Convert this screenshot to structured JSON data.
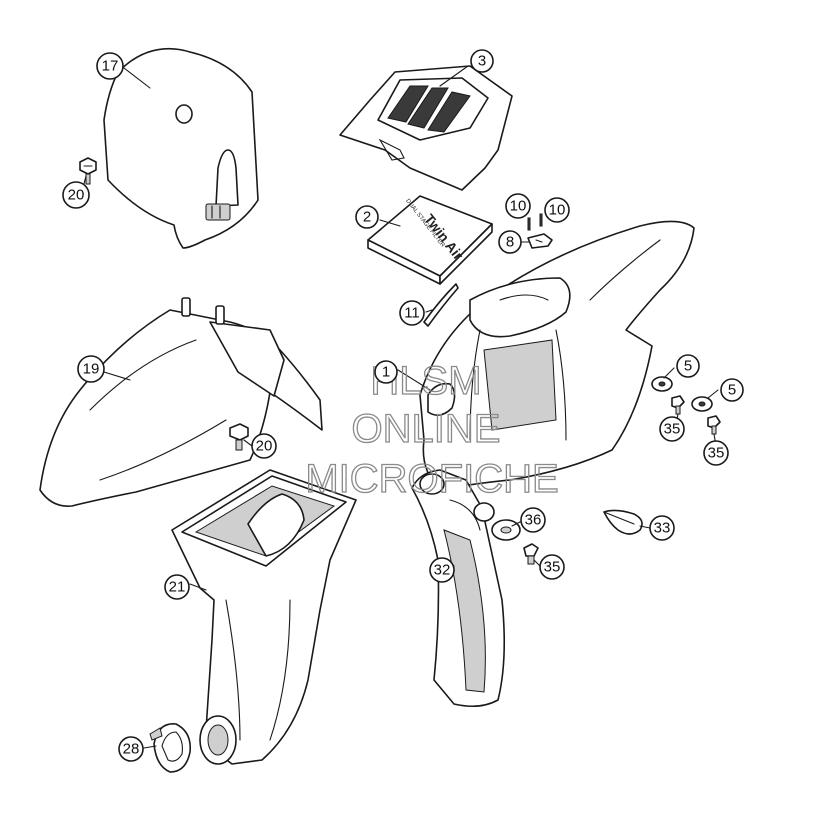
{
  "callouts": [
    {
      "id": "c17",
      "label": "17"
    },
    {
      "id": "c3",
      "label": "3"
    },
    {
      "id": "c20a",
      "label": "20"
    },
    {
      "id": "c2",
      "label": "2"
    },
    {
      "id": "c10a",
      "label": "10"
    },
    {
      "id": "c10b",
      "label": "10"
    },
    {
      "id": "c8",
      "label": "8"
    },
    {
      "id": "c11",
      "label": "11"
    },
    {
      "id": "c1",
      "label": "1"
    },
    {
      "id": "c19",
      "label": "19"
    },
    {
      "id": "c5a",
      "label": "5"
    },
    {
      "id": "c5b",
      "label": "5"
    },
    {
      "id": "c35a",
      "label": "35"
    },
    {
      "id": "c35b",
      "label": "35"
    },
    {
      "id": "c20b",
      "label": "20"
    },
    {
      "id": "c36",
      "label": "36"
    },
    {
      "id": "c33",
      "label": "33"
    },
    {
      "id": "c21",
      "label": "21"
    },
    {
      "id": "c32",
      "label": "32"
    },
    {
      "id": "c35c",
      "label": "35"
    },
    {
      "id": "c28",
      "label": "28"
    }
  ],
  "filter_box_label": {
    "line1": "Twin Air",
    "line2": "DUAL STAGE FILTER"
  },
  "watermark": {
    "line1": "HLSM",
    "line2": "ONLINE",
    "line3": "MICROFICHE"
  },
  "colors": {
    "ink": "#1a1a1a",
    "watermark": "#8a8a8a",
    "background": "#ffffff"
  }
}
